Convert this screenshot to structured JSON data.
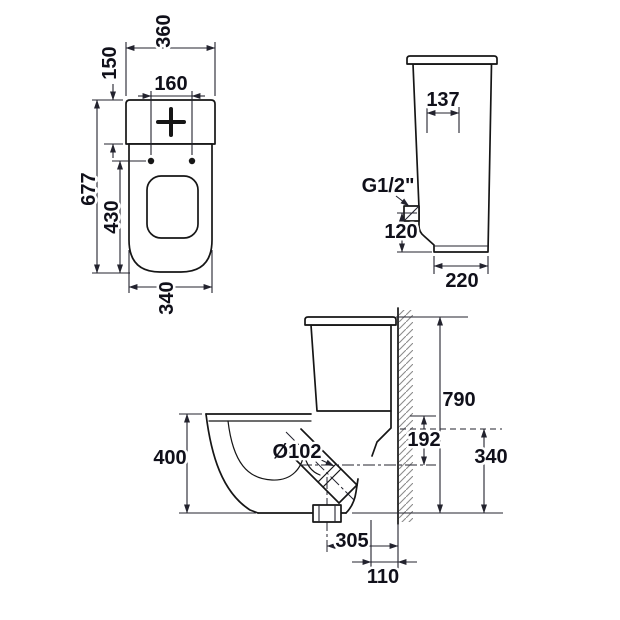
{
  "drawing": {
    "plan": {
      "overall_width": "360",
      "tank_depth": "150",
      "hinge_spacing": "160",
      "overall_depth": "677",
      "bowl_length": "430",
      "base_width": "340"
    },
    "tank": {
      "valve_width": "137",
      "inlet_thread": "G1/2\"",
      "inlet_height": "120",
      "tank_depth": "220"
    },
    "side": {
      "overall_height": "790",
      "outlet_drop": "192",
      "back_height": "340",
      "bowl_height": "400",
      "outlet_diameter": "Ø102",
      "outlet_from_wall": "305",
      "wall_offset": "110"
    },
    "colors": {
      "line": "#161616",
      "dim": "#23232e",
      "hatch": "#8c8c8c"
    }
  }
}
